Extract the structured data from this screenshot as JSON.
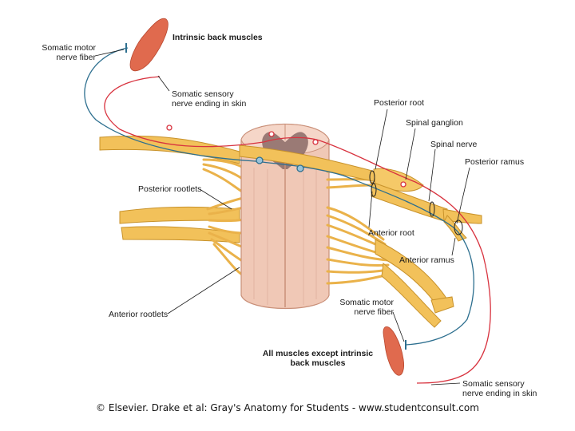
{
  "labels": {
    "intrinsic_back_muscles": "Intrinsic back muscles",
    "somatic_motor_top": [
      "Somatic motor",
      "nerve fiber"
    ],
    "somatic_sensory_top": [
      "Somatic sensory",
      "nerve ending in skin"
    ],
    "posterior_root": "Posterior root",
    "spinal_ganglion": "Spinal ganglion",
    "spinal_nerve": "Spinal nerve",
    "posterior_ramus": "Posterior ramus",
    "posterior_rootlets": "Posterior rootlets",
    "anterior_root": "Anterior root",
    "anterior_ramus": "Anterior ramus",
    "anterior_rootlets": "Anterior rootlets",
    "somatic_motor_bottom": [
      "Somatic motor",
      "nerve fiber"
    ],
    "all_muscles": [
      "All muscles except intrinsic",
      "back muscles"
    ],
    "somatic_sensory_bottom": [
      "Somatic sensory",
      "nerve ending in skin"
    ]
  },
  "credit": "© Elsevier. Drake et al: Gray's Anatomy for Students - www.studentconsult.com",
  "colors": {
    "nerve": "#f2c15a",
    "nerve_outline": "#c8922b",
    "cord": "#f0c8b6",
    "cord_outline": "#c98f78",
    "gray_matter": "#8a6a66",
    "motor_fiber": "#2d6f8f",
    "sensory_fiber": "#d8333f",
    "muscle": "#e06a4e"
  }
}
